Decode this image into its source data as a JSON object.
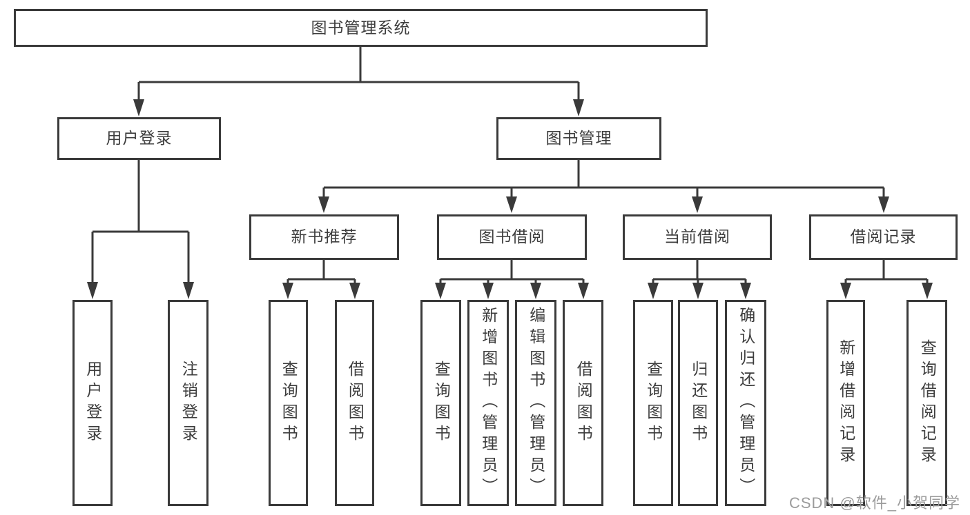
{
  "diagram": {
    "kind": "functional-structure-tree",
    "colors": {
      "line": "#3a3a3a",
      "text": "#3d3d3d",
      "box_background": "#ffffff",
      "watermark": "#9b9b9b"
    },
    "root": {
      "label": "图书管理系统"
    },
    "user_login": {
      "label": "用户登录",
      "children": [
        {
          "label": "用户登录"
        },
        {
          "label": "注销登录"
        }
      ]
    },
    "book_mgmt": {
      "label": "图书管理",
      "children": [
        {
          "label": "新书推荐",
          "children": [
            {
              "label": "查询图书"
            },
            {
              "label": "借阅图书"
            }
          ]
        },
        {
          "label": "图书借阅",
          "children": [
            {
              "label": "查询图书"
            },
            {
              "label": "新增图书（管理员）"
            },
            {
              "label": "编辑图书（管理员）"
            },
            {
              "label": "借阅图书"
            }
          ]
        },
        {
          "label": "当前借阅",
          "children": [
            {
              "label": "查询图书"
            },
            {
              "label": "归还图书"
            },
            {
              "label": "确认归还（管理员）"
            }
          ]
        },
        {
          "label": "借阅记录",
          "children": [
            {
              "label": "新增借阅记录"
            },
            {
              "label": "查询借阅记录"
            }
          ]
        }
      ]
    },
    "watermark": "CSDN @软件_小贺同学"
  }
}
